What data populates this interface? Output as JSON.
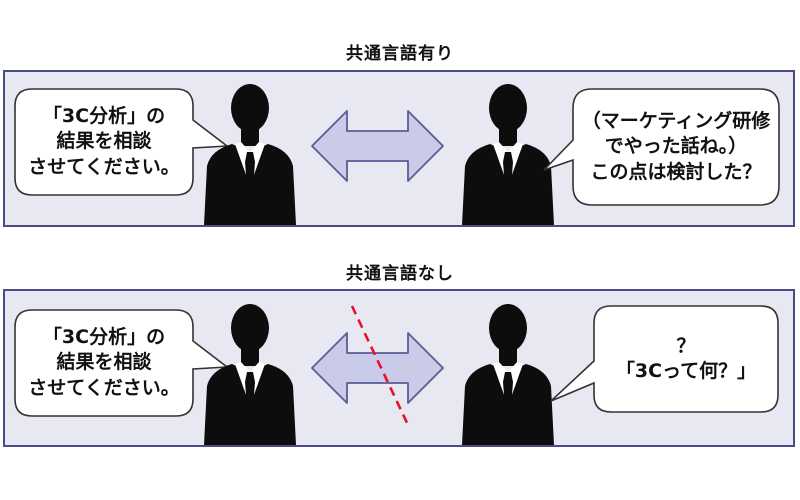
{
  "top": {
    "title": "共通言語有り",
    "left_speech": "「3C分析」の\n結果を相談\nさせてください。",
    "right_speech": "（マーケティング研修\nでやった話ね。）\nこの点は検討した？"
  },
  "bottom": {
    "title": "共通言語なし",
    "left_speech": "「3C分析」の\n結果を相談\nさせてください。",
    "right_speech": "？\n「3Cって何？」"
  },
  "icons": {
    "person": "businessman-silhouette-icon",
    "arrow": "double-headed-arrow-icon",
    "break": "red-dashed-line-icon"
  },
  "colors": {
    "panel_bg": "#e8e8f3",
    "panel_border": "#4a4a86",
    "arrow_fill": "#c9cbe8",
    "arrow_stroke": "#5b5b95",
    "break_line": "#e8112d",
    "silhouette": "#0d0d0d"
  }
}
